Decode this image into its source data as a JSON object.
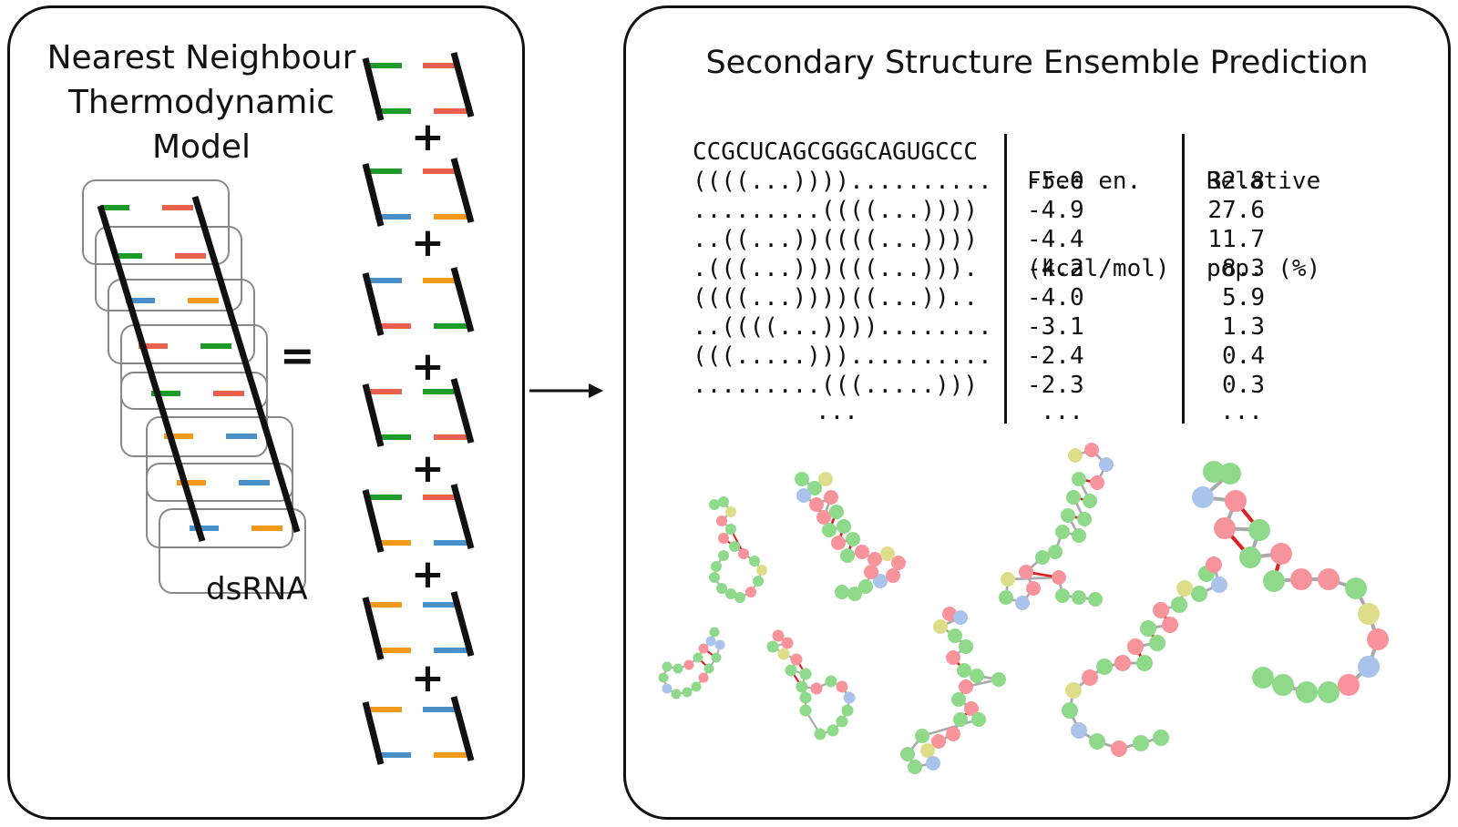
{
  "left_panel": {
    "title_lines": [
      "Nearest Neighbour",
      "Thermodynamic",
      "Model"
    ],
    "dsrna_label": "dsRNA",
    "equals": "=",
    "plus": "+"
  },
  "right_panel": {
    "title": "Secondary Structure Ensemble Prediction",
    "sequence": "CCGCUCAGCGGGCAGUGCCC",
    "col_energy_header": [
      "Free en.",
      "(kcal/mol)"
    ],
    "col_pop_header": [
      "Relative",
      "pop. (%)"
    ],
    "structures": [
      {
        "dotbracket": "((((...))))..........",
        "energy": "-5.0",
        "pop": "32.8"
      },
      {
        "dotbracket": ".........((((...))))",
        "energy": "-4.9",
        "pop": "27.6"
      },
      {
        "dotbracket": "..((...))((((...))))",
        "energy": "-4.4",
        "pop": "11.7"
      },
      {
        "dotbracket": ".(((...)))(((...))).",
        "energy": "-4.2",
        "pop": "8.3"
      },
      {
        "dotbracket": "((((...))))((...))..",
        "energy": "-4.0",
        "pop": "5.9"
      },
      {
        "dotbracket": "..((((...))))........",
        "energy": "-3.1",
        "pop": "1.3"
      },
      {
        "dotbracket": "(((.....)))..........",
        "energy": "-2.4",
        "pop": "0.4"
      },
      {
        "dotbracket": ".........(((.....)))",
        "energy": "-2.3",
        "pop": "0.3"
      }
    ],
    "ellipsis": "..."
  },
  "colors": {
    "green": "#1e9a2a",
    "red": "#e8614f",
    "blue": "#4a90c8",
    "orange": "#f09a1c",
    "node_green": "#8fd98a",
    "node_red": "#f7939a",
    "node_blue": "#a9c3ea",
    "node_yellow": "#dede8a"
  }
}
